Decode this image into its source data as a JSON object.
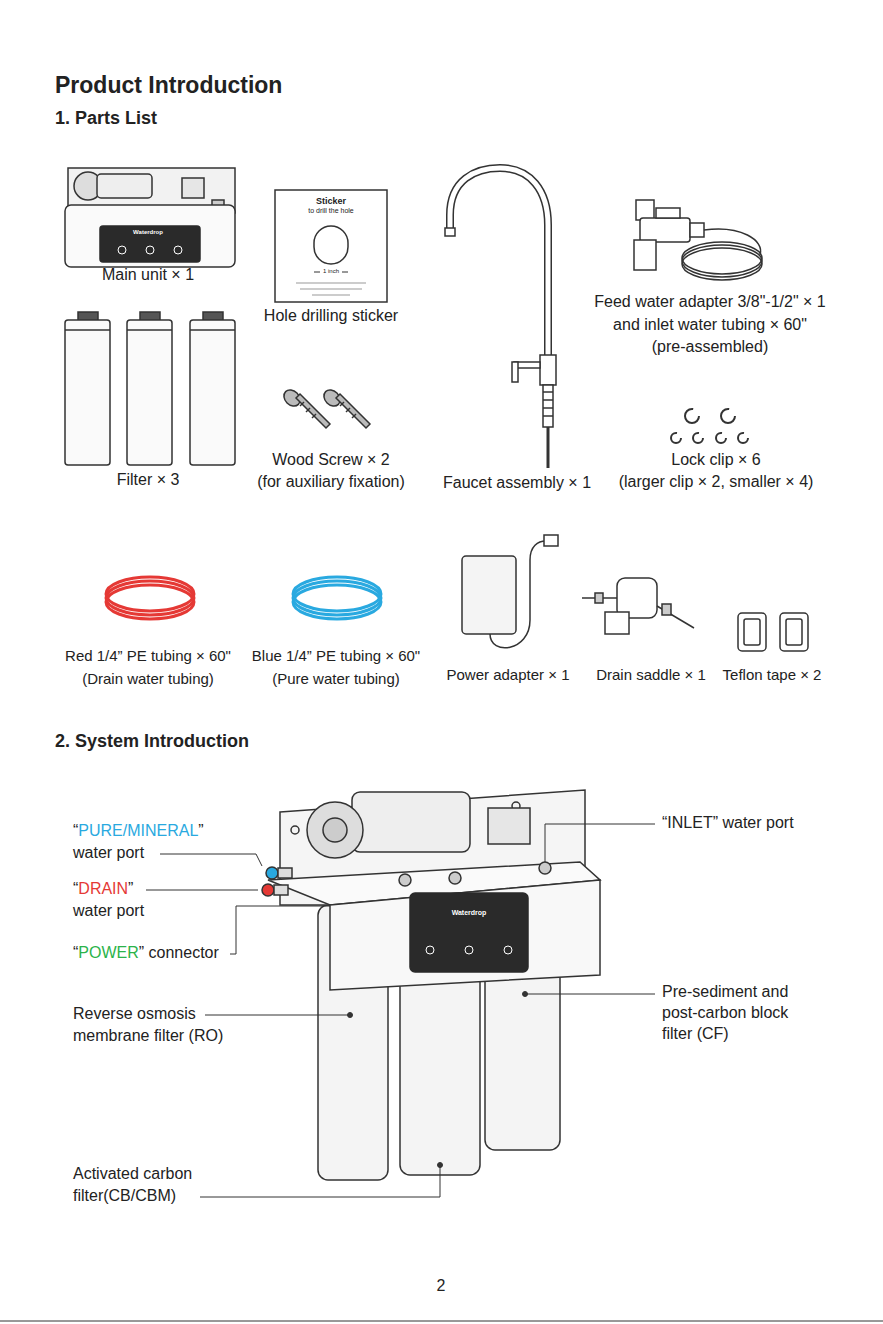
{
  "diagram": {
    "title": "Product Introduction",
    "labels": [
      "1. Parts List",
      "Waterdrop",
      "Main unit × 1",
      "Sticker",
      "to drill the hole",
      "1 inch",
      "Hole drilling sticker",
      "Feed water adapter 3/8\"-1/2\" × 1",
      "and inlet water tubing × 60\"",
      "(pre-assembled)",
      "Filter × 3",
      "Wood Screw × 2",
      "(for auxiliary fixation)",
      "Faucet assembly × 1",
      "Lock clip × 6",
      "(larger clip × 2, smaller × 4)",
      "Red 1/4” PE tubing × 60\"",
      "(Drain water tubing)",
      "Blue 1/4” PE tubing × 60\"",
      "(Pure water tubing)",
      "Power adapter × 1",
      "Drain saddle × 1",
      "Teflon tape × 2",
      "2. System Introduction",
      "“",
      "PURE/MINERAL",
      "”",
      "water port",
      "“",
      "DRAIN",
      "”",
      "water port",
      "“",
      "POWER",
      "” connector",
      "Reverse osmosis",
      "membrane filter (RO)",
      "Activated carbon",
      "filter(CB/CBM)",
      "“INLET” water port",
      "Waterdrop",
      "Pre-sediment and",
      "post-carbon block",
      "filter (CF)",
      "2"
    ]
  }
}
